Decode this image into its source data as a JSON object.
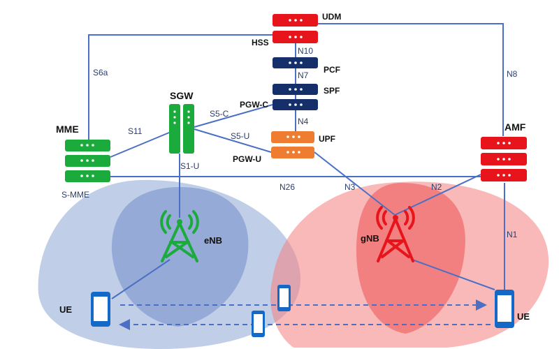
{
  "nodes": {
    "udm": "UDM",
    "hss": "HSS",
    "pcf": "PCF",
    "spf": "SPF",
    "pgw_c": "PGW-C",
    "upf": "UPF",
    "pgw_u": "PGW-U",
    "sgw": "SGW",
    "mme": "MME",
    "s_mme": "S-MME",
    "amf": "AMF",
    "enb": "eNB",
    "gnb": "gNB",
    "ue_left": "UE",
    "ue_right": "UE"
  },
  "interfaces": {
    "s6a": "S6a",
    "n10": "N10",
    "n7": "N7",
    "n4": "N4",
    "n8": "N8",
    "s5c": "S5-C",
    "s5u": "S5-U",
    "s11": "S11",
    "s1u": "S1-U",
    "n26": "N26",
    "n3": "N3",
    "n2": "N2",
    "n1": "N1"
  },
  "colors": {
    "lte_blue": "#8da6d6",
    "nr_red": "#f27b7b",
    "link": "#4a6fc4",
    "green": "#1aab3c",
    "red": "#e8141b",
    "navy": "#152f6b",
    "orange": "#ef7d31",
    "device": "#1468c8"
  }
}
